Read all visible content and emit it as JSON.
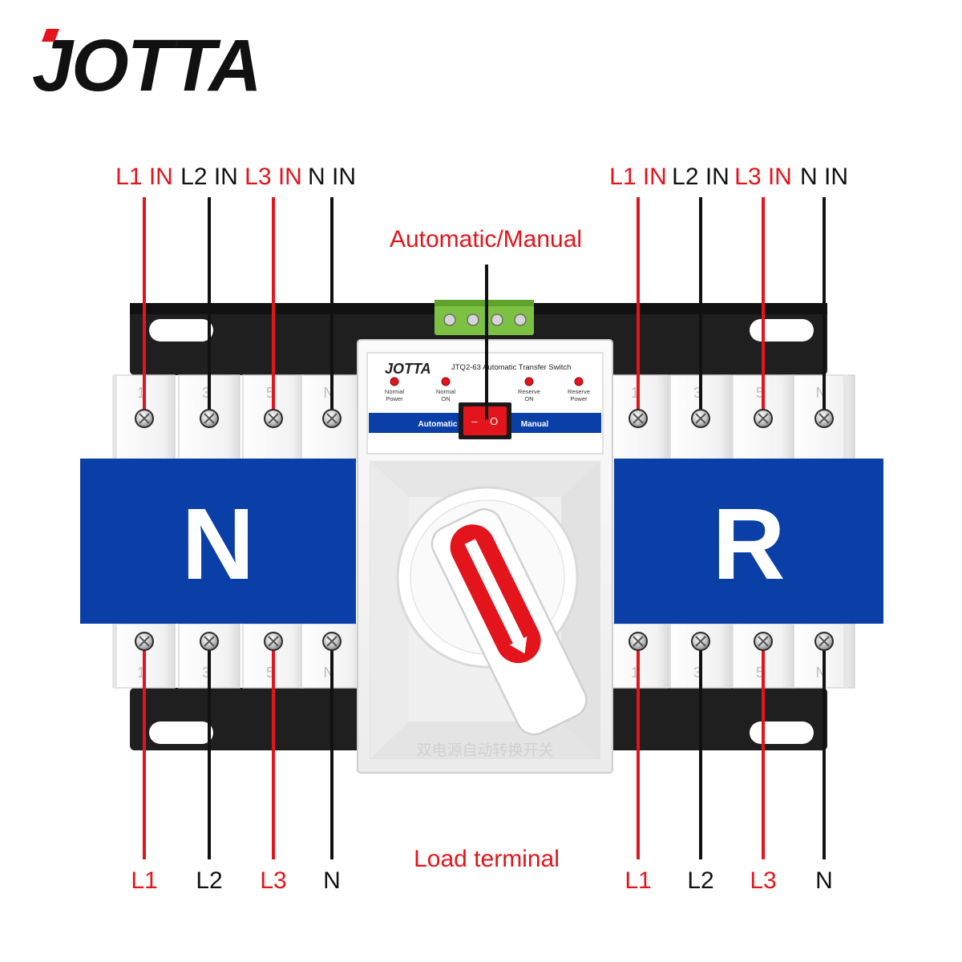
{
  "brand": {
    "logo_text": "JOTTA"
  },
  "colors": {
    "red": "#e3141b",
    "black": "#111111",
    "blue": "#0b3fa8",
    "module_white": "#f4f4f4",
    "rail_black": "#222222",
    "terminal_green": "#7dc142"
  },
  "top_labels": {
    "left": [
      {
        "text": "L1 IN",
        "color": "red"
      },
      {
        "text": "L2 IN",
        "color": "black"
      },
      {
        "text": "L3 IN",
        "color": "red"
      },
      {
        "text": "N IN",
        "color": "black"
      }
    ],
    "right": [
      {
        "text": "L1 IN",
        "color": "red"
      },
      {
        "text": "L2 IN",
        "color": "black"
      },
      {
        "text": "L3 IN",
        "color": "red"
      },
      {
        "text": "N IN",
        "color": "black"
      }
    ]
  },
  "bottom_labels": {
    "left": [
      {
        "text": "L1",
        "color": "red"
      },
      {
        "text": "L2",
        "color": "black"
      },
      {
        "text": "L3",
        "color": "red"
      },
      {
        "text": "N",
        "color": "black"
      }
    ],
    "right": [
      {
        "text": "L1",
        "color": "red"
      },
      {
        "text": "L2",
        "color": "black"
      },
      {
        "text": "L3",
        "color": "red"
      },
      {
        "text": "N",
        "color": "black"
      }
    ]
  },
  "callouts": {
    "mode_switch": "Automatic/Manual",
    "load": "Load terminal"
  },
  "pole_numbers": [
    "1",
    "3",
    "5",
    "N"
  ],
  "panels": {
    "normal": "N",
    "reserve": "R"
  },
  "controller": {
    "brand": "JOTTA",
    "model": "JTQ2-63 Automatic Transfer Switch",
    "leds": [
      {
        "line1": "Normal",
        "line2": "Power"
      },
      {
        "line1": "Normal",
        "line2": "ON"
      },
      {
        "line1": "Reserve",
        "line2": "ON"
      },
      {
        "line1": "Reserve",
        "line2": "Power"
      }
    ],
    "mode_left": "Automatic",
    "mode_right": "Manual",
    "rocker_off": "–",
    "rocker_on": "O"
  },
  "handle_caption": "双电源自动转换开关"
}
